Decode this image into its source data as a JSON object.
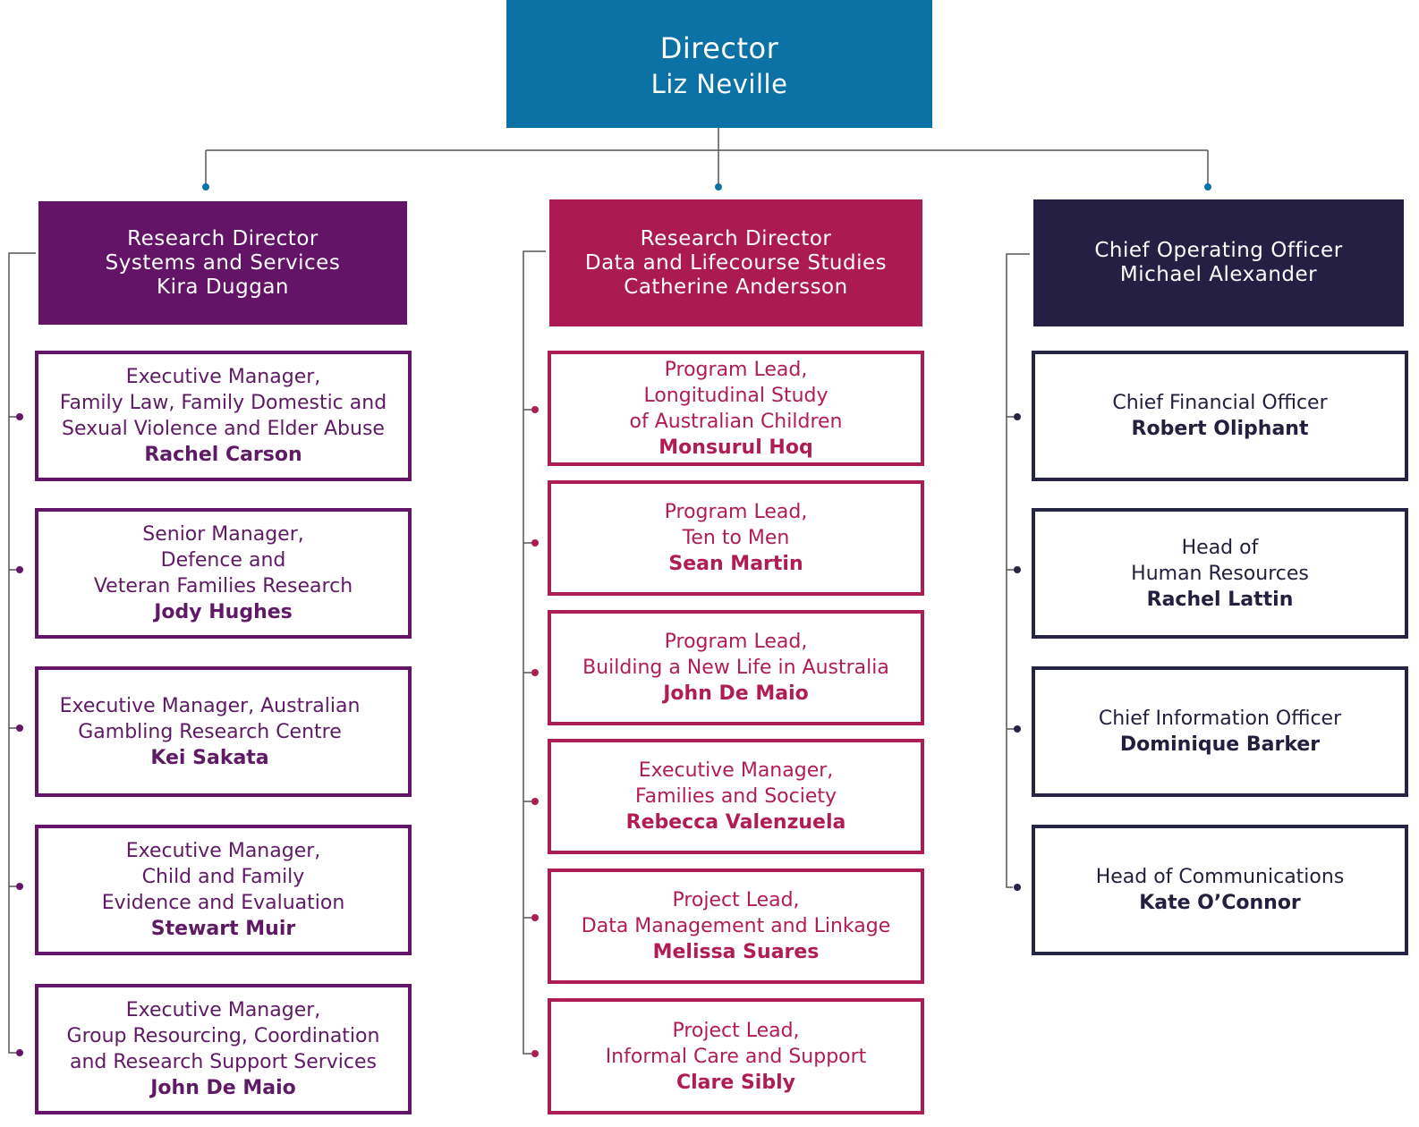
{
  "director": {
    "role": "Director",
    "name": "Liz Neville",
    "color": "#0c72a5"
  },
  "columns": [
    {
      "header": {
        "lines": [
          "Research Director",
          "Systems and Services",
          "Kira Duggan"
        ],
        "color": "#631467"
      },
      "accent": "#651567",
      "items": [
        {
          "role": [
            "Executive Manager,",
            "Family Law, Family Domestic and",
            "Sexual Violence and Elder Abuse"
          ],
          "name": "Rachel Carson"
        },
        {
          "role": [
            "Senior Manager,",
            "Defence and",
            "Veteran Families Research"
          ],
          "name": "Jody Hughes"
        },
        {
          "role": [
            "Executive Manager, Australian",
            "Gambling Research Centre"
          ],
          "name": "Kei Sakata"
        },
        {
          "role": [
            "Executive Manager,",
            "Child and Family",
            "Evidence and Evaluation"
          ],
          "name": "Stewart Muir"
        },
        {
          "role": [
            "Executive Manager,",
            "Group Resourcing, Coordination",
            "and Research Support Services"
          ],
          "name": "John De Maio"
        }
      ]
    },
    {
      "header": {
        "lines": [
          "Research Director",
          "Data and Lifecourse Studies",
          "Catherine Andersson"
        ],
        "color": "#ac1a54"
      },
      "accent": "#ac1c55",
      "items": [
        {
          "role": [
            "Program Lead,",
            "Longitudinal Study",
            "of Australian Children"
          ],
          "name": "Monsurul Hoq"
        },
        {
          "role": [
            "Program Lead,",
            "Ten to Men"
          ],
          "name": "Sean Martin"
        },
        {
          "role": [
            "Program Lead,",
            "Building a New Life in Australia"
          ],
          "name": "John De Maio"
        },
        {
          "role": [
            "Executive Manager,",
            "Families and Society"
          ],
          "name": "Rebecca Valenzuela"
        },
        {
          "role": [
            "Project Lead,",
            "Data Management and Linkage"
          ],
          "name": "Melissa Suares"
        },
        {
          "role": [
            "Project Lead,",
            "Informal Care and Support"
          ],
          "name": "Clare Sibly"
        }
      ]
    },
    {
      "header": {
        "lines": [
          "Chief Operating Officer",
          "Michael Alexander"
        ],
        "color": "#241f43"
      },
      "accent": "#272545",
      "items": [
        {
          "role": [
            "Chief Financial Officer"
          ],
          "name": "Robert Oliphant"
        },
        {
          "role": [
            "Head of",
            "Human Resources"
          ],
          "name": "Rachel Lattin"
        },
        {
          "role": [
            "Chief Information Officer"
          ],
          "name": "Dominique Barker"
        },
        {
          "role": [
            "Head of Communications"
          ],
          "name": "Kate O’Connor"
        }
      ]
    }
  ]
}
